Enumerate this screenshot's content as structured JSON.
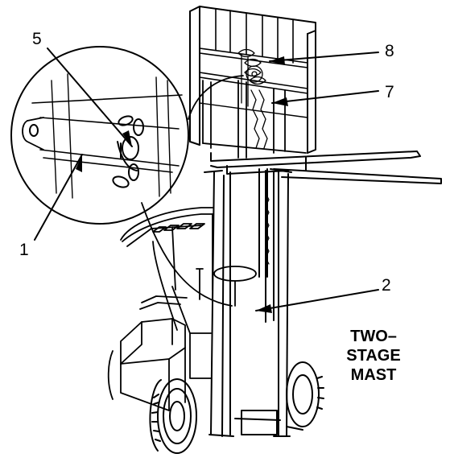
{
  "callouts": {
    "c1": "1",
    "c2": "2",
    "c5": "5",
    "c7": "7",
    "c8": "8"
  },
  "caption": {
    "line1": "TWO–STAGE",
    "line2": "MAST"
  }
}
